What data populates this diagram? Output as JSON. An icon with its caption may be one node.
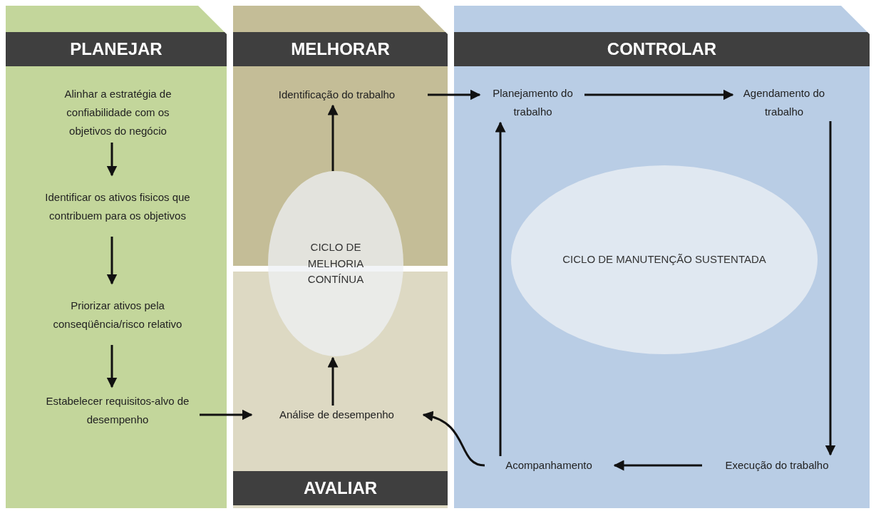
{
  "diagram": {
    "nodes": [
      {
        "text": [
          "PLANEJAR"
        ]
      },
      {
        "text": [
          "Alinhar a estratégia de confiabilidade com os objetivos do negócio"
        ],
        "in": 0
      },
      {
        "text": [
          "Identificar os ativos fisicos que contribuem para os objetivos"
        ],
        "in": 0
      },
      {
        "text": [
          "Priorizar ativos pela conseqüência/risco relativo"
        ],
        "in": 0
      },
      {
        "text": [
          "Estabelecer requisitos-alvo de desempenho"
        ],
        "in": 0
      },
      {
        "text": [
          "MELHORAR"
        ]
      },
      {
        "text": [
          "Identificação do trabalho"
        ],
        "in": 5
      },
      {
        "text": [
          "AVALIAR"
        ]
      },
      {
        "text": [
          "Análise de desempenho"
        ],
        "in": 7
      },
      {
        "text": [
          "CICLO DE MELHORIA CONTÍNUA"
        ]
      },
      {
        "text": [
          "CONTROLAR"
        ]
      },
      {
        "text": [
          "Planejamento do trabalho"
        ],
        "in": 10
      },
      {
        "text": [
          "Agendamento do trabalho"
        ],
        "in": 10
      },
      {
        "text": [
          "CICLO DE MANUTENÇÃO SUSTENTADA"
        ],
        "in": 10
      },
      {
        "text": [
          "Execução do trabalho"
        ],
        "in": 10
      },
      {
        "text": [
          "Acompanhamento"
        ],
        "in": 10
      }
    ],
    "edges": [
      {
        "from": 1,
        "to": 2,
        "arrow": "to"
      },
      {
        "from": 2,
        "to": 3,
        "arrow": "to"
      },
      {
        "from": 3,
        "to": 4,
        "arrow": "to"
      },
      {
        "from": 4,
        "to": 8,
        "arrow": "to"
      },
      {
        "from": 8,
        "to": 9,
        "arrow": "to"
      },
      {
        "from": 9,
        "to": 6,
        "arrow": "to"
      },
      {
        "from": 6,
        "to": 11,
        "arrow": "to"
      },
      {
        "from": 11,
        "to": 12,
        "arrow": "to"
      },
      {
        "from": 12,
        "to": 14,
        "arrow": "to"
      },
      {
        "from": 14,
        "to": 15,
        "arrow": "to"
      },
      {
        "from": 15,
        "to": 8,
        "arrow": "to"
      },
      {
        "from": 15,
        "to": 11,
        "arrow": "to"
      }
    ]
  }
}
